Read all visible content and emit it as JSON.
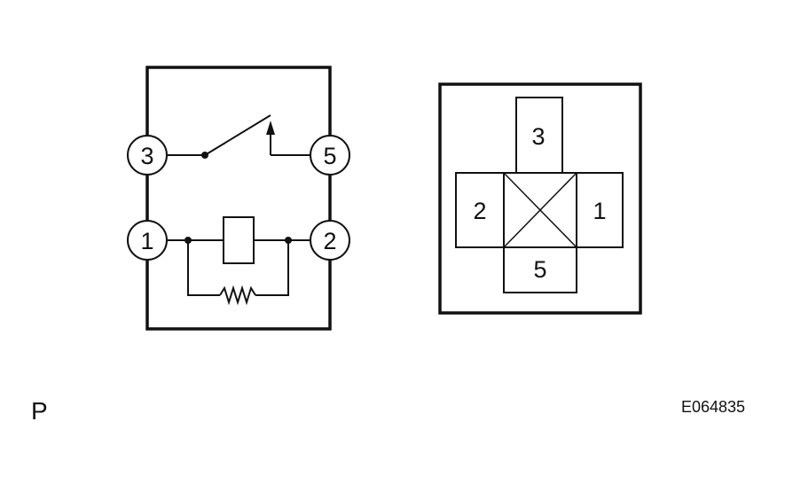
{
  "schematic": {
    "pins": {
      "p3": "3",
      "p5": "5",
      "p1": "1",
      "p2": "2"
    }
  },
  "connector": {
    "top": "3",
    "left": "2",
    "right": "1",
    "bottom": "5"
  },
  "corner_letter": "P",
  "figure_code": "E064835"
}
